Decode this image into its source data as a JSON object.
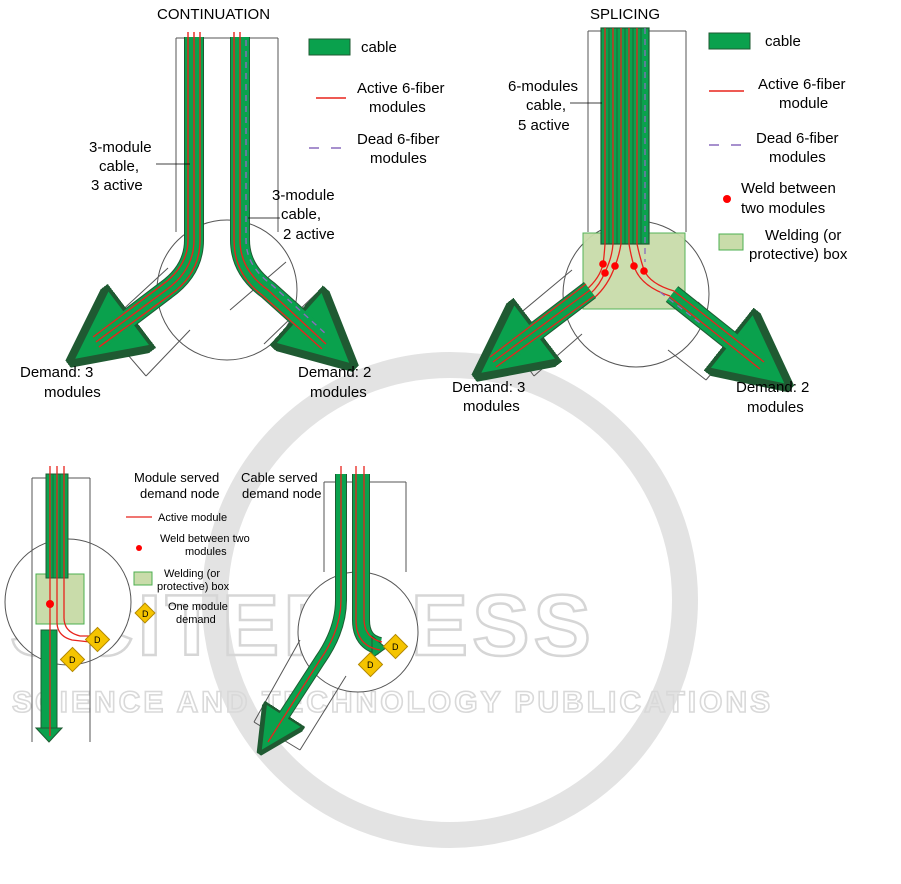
{
  "watermark": {
    "main": "SCITEPRESS",
    "sub": "SCIENCE AND TECHNOLOGY PUBLICATIONS"
  },
  "colors": {
    "cable": "#0aa14d",
    "cable_outline": "#1f5a32",
    "active_module": "#e8231c",
    "dead_module": "#8a6bbd",
    "weld": "#ff0000",
    "box_fill": "#c9dcaa",
    "box_stroke": "#4caf50",
    "demand_fill": "#f5c400",
    "demand_stroke": "#b38800"
  },
  "continuation": {
    "title": "CONTINUATION",
    "left_cable_label": [
      "3-module",
      "cable,",
      "3 active"
    ],
    "right_cable_label": [
      "3-module",
      "cable,",
      "2 active"
    ],
    "demand_left": [
      "Demand: 3",
      "modules"
    ],
    "demand_right": [
      "Demand: 2",
      "modules"
    ],
    "legend": {
      "cable": "cable",
      "active": [
        "Active 6-fiber",
        "modules"
      ],
      "dead": [
        "Dead 6-fiber",
        "modules"
      ]
    }
  },
  "splicing": {
    "title": "SPLICING",
    "cable_label": [
      "6-modules",
      "cable,",
      "5 active"
    ],
    "demand_left": [
      "Demand: 3",
      "modules"
    ],
    "demand_right": [
      "Demand: 2",
      "modules"
    ],
    "legend": {
      "cable": "cable",
      "active": [
        "Active 6-fiber",
        "module"
      ],
      "dead": [
        "Dead 6-fiber",
        "modules"
      ],
      "weld": [
        "Weld between",
        "two modules"
      ],
      "box": [
        "Welding (or",
        "protective) box"
      ]
    }
  },
  "module_served": {
    "title": [
      "Module served",
      "demand node"
    ],
    "legend": {
      "active": "Active module",
      "weld": [
        "Weld between two",
        "modules"
      ],
      "box": [
        "Welding (or",
        "protective) box"
      ],
      "demand": [
        "One module",
        "demand"
      ]
    },
    "demand_symbol": "D"
  },
  "cable_served": {
    "title": [
      "Cable served",
      "demand node"
    ],
    "demand_symbol": "D"
  }
}
